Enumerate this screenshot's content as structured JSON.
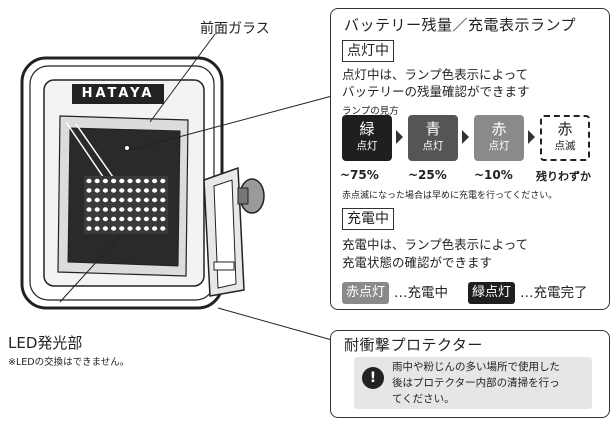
{
  "labels": {
    "front_glass": "前面ガラス",
    "led_label": "LED発光部",
    "led_note": "※LEDの交換はできません。",
    "logo_text": "HATAYA"
  },
  "battery_panel": {
    "title": "バッテリー残量／充電表示ランプ",
    "lit_tag": "点灯中",
    "lit_desc_1": "点灯中は、ランプ色表示によって",
    "lit_desc_2": "バッテリーの残量確認ができます",
    "lamp_guide": "ランプの見方",
    "lamps": [
      {
        "color": "緑",
        "state": "点灯",
        "level": "~75%",
        "bg": "#1f1f1f"
      },
      {
        "color": "青",
        "state": "点灯",
        "level": "~25%",
        "bg": "#555555"
      },
      {
        "color": "赤",
        "state": "点灯",
        "level": "~10%",
        "bg": "#8a8a8a"
      },
      {
        "color": "赤",
        "state": "点滅",
        "level": "残りわずか",
        "bg": "#ffffff"
      }
    ],
    "blink_note": "赤点滅になった場合は早めに充電を行ってください。",
    "charge_tag": "充電中",
    "charge_desc_1": "充電中は、ランプ色表示によって",
    "charge_desc_2": "充電状態の確認ができます",
    "charging_badge": "赤点灯",
    "charging_label": "…充電中",
    "done_badge": "緑点灯",
    "done_label": "…充電完了"
  },
  "protector_panel": {
    "title": "耐衝撃プロテクター",
    "warning_1": "雨中や粉じんの多い場所で使用した",
    "warning_2": "後はプロテクター内部の清掃を行っ",
    "warning_3": "てください。",
    "warning_icon": "exclamation-icon"
  }
}
